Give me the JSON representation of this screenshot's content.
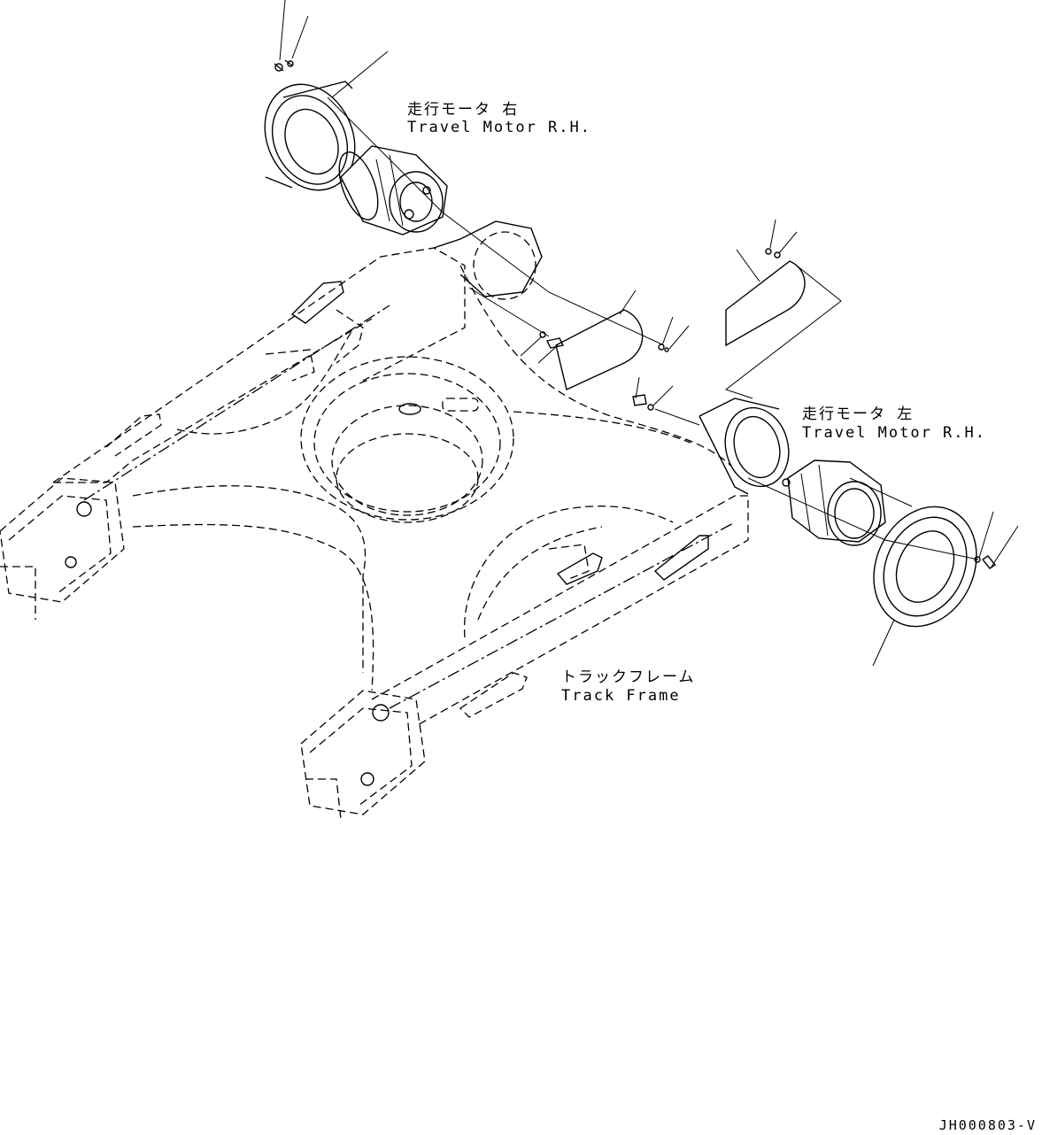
{
  "labels": {
    "motor_right_jp": "走行モータ 右",
    "motor_right_en": "Travel Motor R.H.",
    "motor_left_jp": "走行モータ 左",
    "motor_left_en": "Travel Motor R.H.",
    "frame_jp": "トラックフレーム",
    "frame_en": "Track Frame"
  },
  "reference_code": "JH000803-V"
}
